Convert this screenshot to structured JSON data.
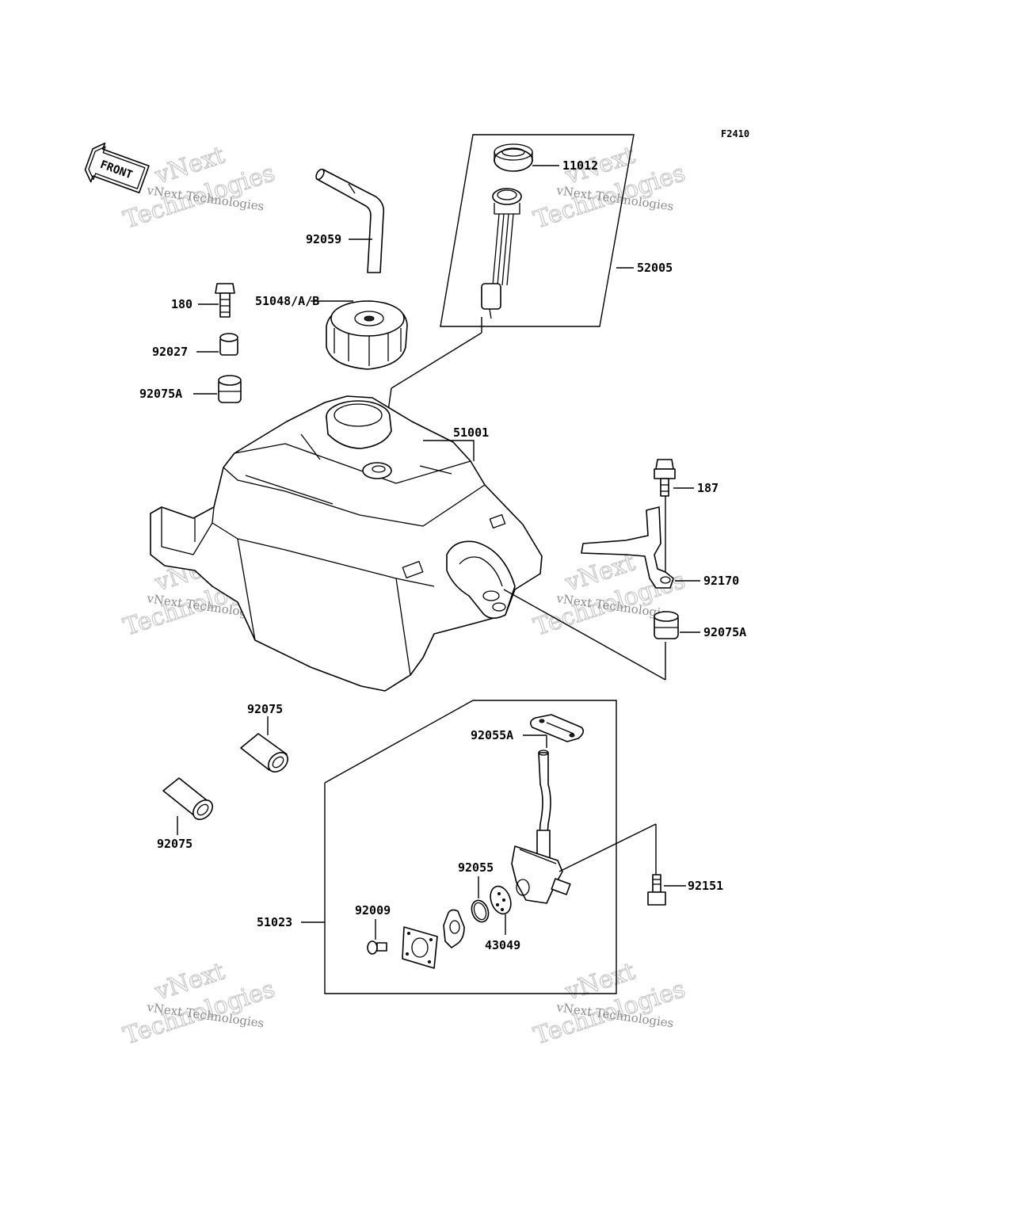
{
  "figure_code": "F2410",
  "front_label": "FRONT",
  "watermark": {
    "line1": "vNext Technologies",
    "line2": "vNext",
    "line3": "Technologies"
  },
  "parts": {
    "p11012": "11012",
    "p52005": "52005",
    "p92059": "92059",
    "p180": "180",
    "p51048": "51048/A/B",
    "p92027": "92027",
    "p92075A_left": "92075A",
    "p51001": "51001",
    "p187": "187",
    "p92170": "92170",
    "p92075A_right": "92075A",
    "p92075_top": "92075",
    "p92075_bottom": "92075",
    "p92055A": "92055A",
    "p92055": "92055",
    "p92009": "92009",
    "p43049": "43049",
    "p51023": "51023",
    "p92151": "92151"
  }
}
